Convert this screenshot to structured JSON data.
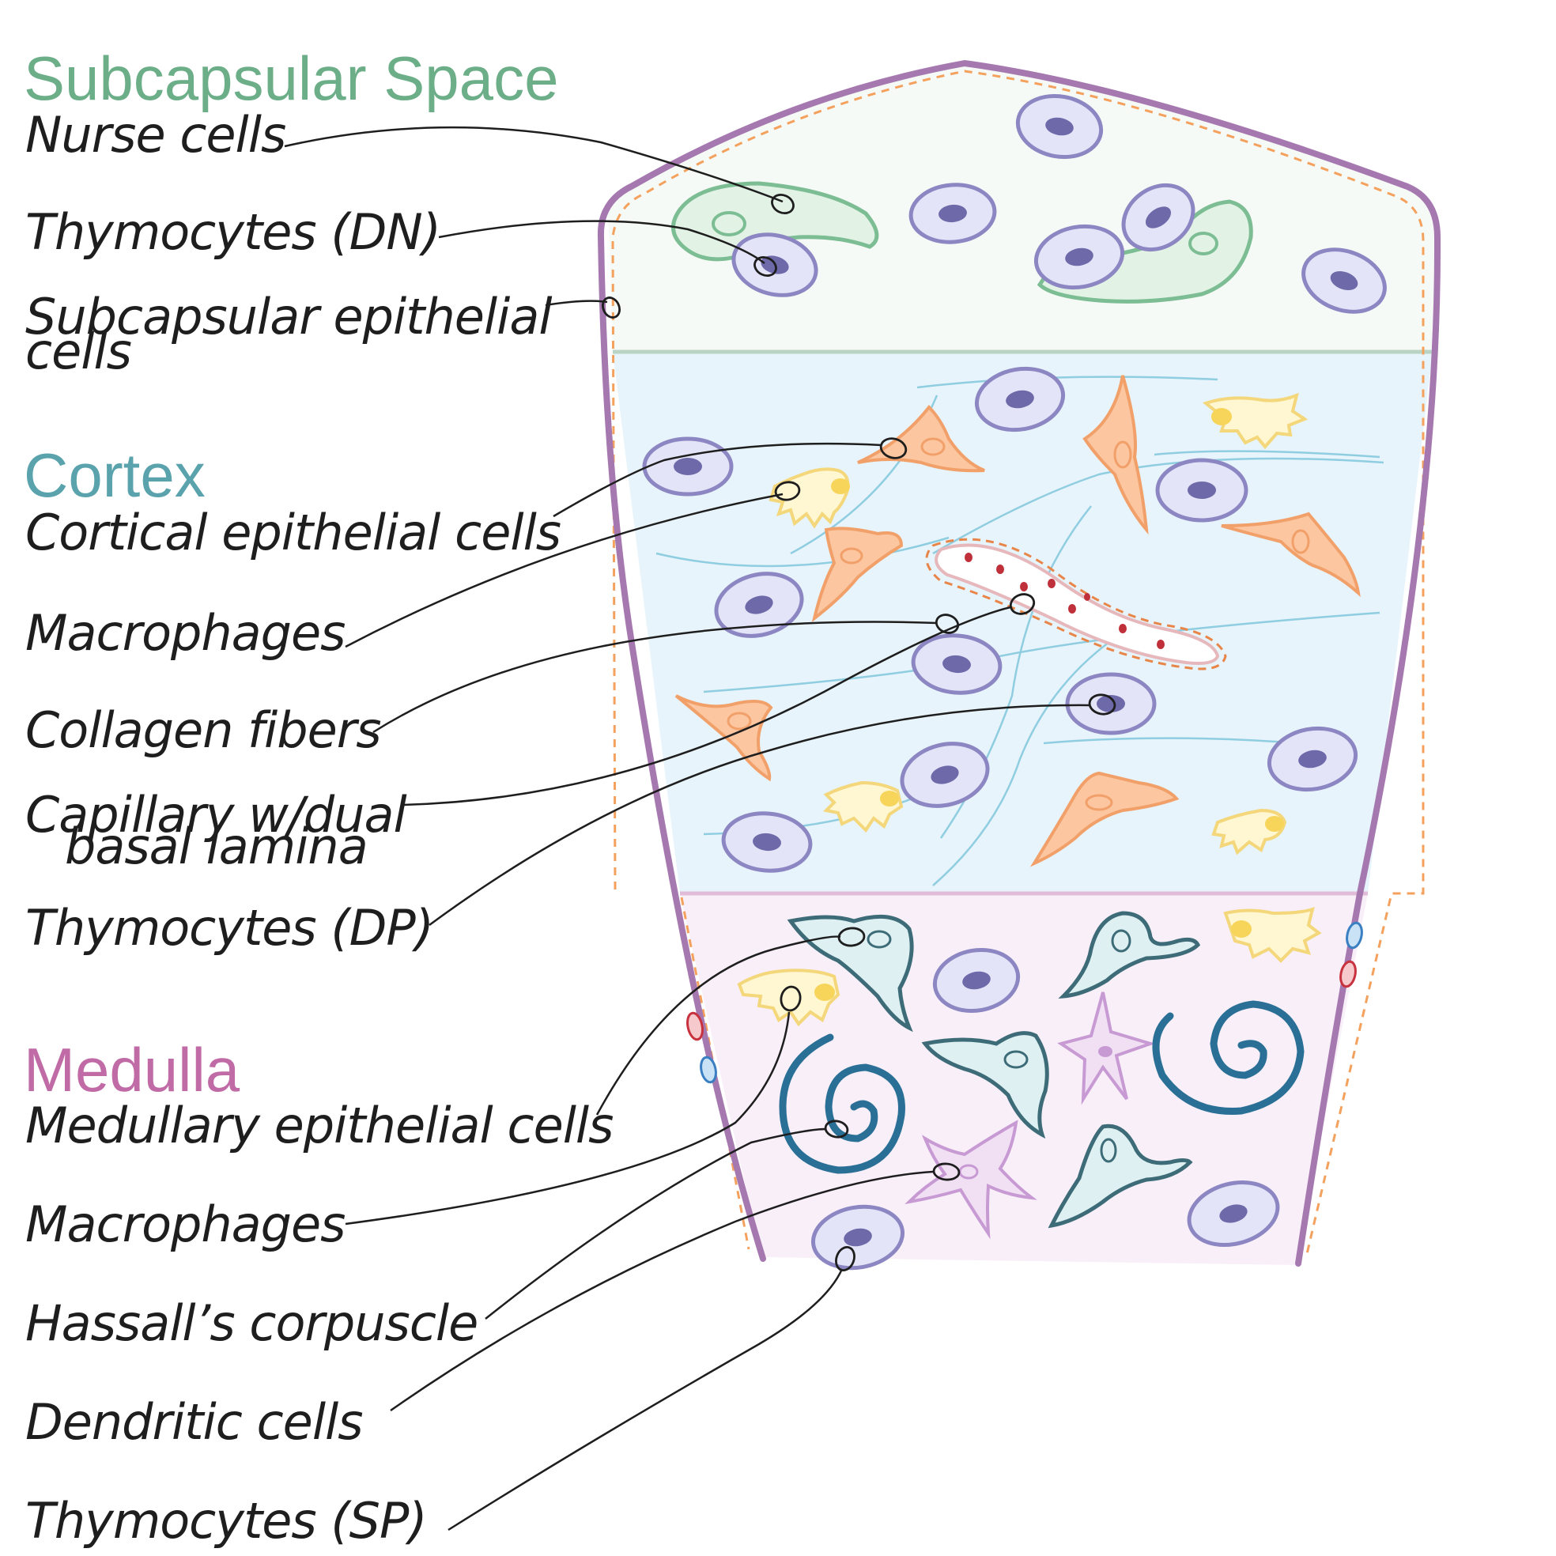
{
  "sections": {
    "subcapsular": {
      "title": "Subcapsular  Space",
      "color": "#6cae88"
    },
    "cortex": {
      "title": "Cortex",
      "color": "#5aa3ad"
    },
    "medulla": {
      "title": "Medulla",
      "color": "#c06aa6"
    }
  },
  "labels": {
    "nurse_cells": "Nurse cells",
    "thymocytes_dn": "Thymocytes (DN)",
    "subcapsular_epithelial_1": "Subcapsular epithelial",
    "subcapsular_epithelial_2": "cells",
    "cortical_epithelial": "Cortical epithelial cells",
    "macrophages_cortex": "Macrophages",
    "collagen_fibers": "Collagen fibers",
    "capillary_1": "Capillary w/dual",
    "capillary_2": "basal lamina",
    "thymocytes_dp": "Thymocytes (DP)",
    "medullary_epithelial": "Medullary epithelial cells",
    "macrophages_medulla": "Macrophages",
    "hassalls_corpuscle": "Hassall’s corpuscle",
    "dendritic_cells": "Dendritic cells",
    "thymocytes_sp": "Thymocytes (SP)"
  },
  "colors": {
    "capsule": "#a678b0",
    "subcapsular_fill": "#f6faf6",
    "cortex_fill": "#e7f4fb",
    "medulla_fill": "#f8eff8",
    "thymocyte": "#8c86c2",
    "cortical_epithelial": "#f2a06a",
    "macrophage": "#f3d77a",
    "medullary_epithelial": "#3d6c78",
    "dendritic": "#c89ad4",
    "hassall": "#2a6f95",
    "nurse": "#7cbd94"
  }
}
